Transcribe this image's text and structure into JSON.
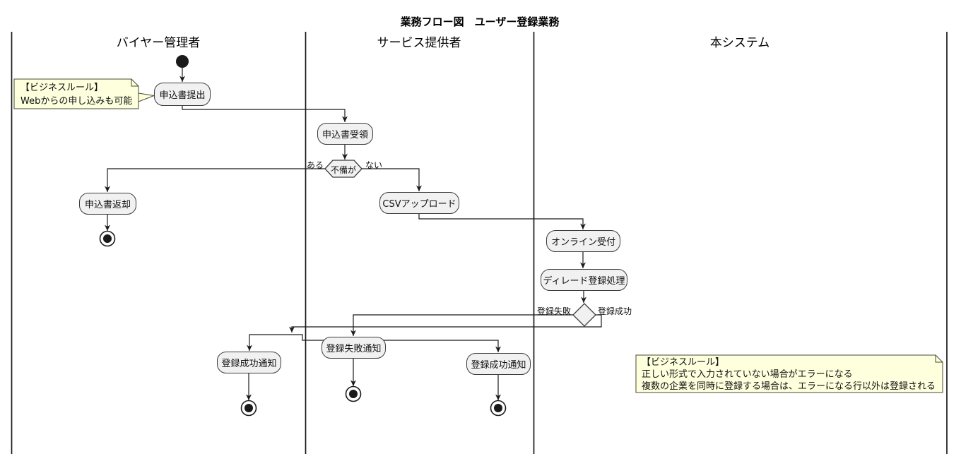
{
  "title": "業務フロー図　ユーザー登録業務",
  "lanes": [
    {
      "label": "バイヤー管理者"
    },
    {
      "label": "サービス提供者"
    },
    {
      "label": "本システム"
    }
  ],
  "nodes": {
    "submit_application": "申込書提出",
    "receive_application": "申込書受領",
    "defect_check": "不備が",
    "return_application": "申込書返却",
    "csv_upload": "CSVアップロード",
    "online_reception": "オンライン受付",
    "delayed_registration": "ディレード登録処理",
    "registration_failure_notice": "登録失敗通知",
    "registration_success_notice_buyer": "登録成功通知",
    "registration_success_notice_system": "登録成功通知"
  },
  "edge_labels": {
    "has_defect": "ある",
    "no_defect": "ない",
    "registration_failed": "登録失敗",
    "registration_succeeded": "登録成功"
  },
  "notes": {
    "web_application": {
      "lines": [
        "【ビジネスルール】",
        "Webからの申し込みも可能"
      ]
    },
    "registration_rules": {
      "lines": [
        "【ビジネスルール】",
        "正しい形式で入力されていない場合がエラーになる",
        "複数の企業を同時に登録する場合は、エラーになる行以外は登録される"
      ]
    }
  },
  "colors": {
    "node_fill": "#f1f1f1",
    "node_border": "#3c3c3c",
    "note_fill": "#feffdd",
    "note_border": "#4a4a33",
    "line": "#1a1a1a",
    "start_end": "#1a1a1a"
  }
}
